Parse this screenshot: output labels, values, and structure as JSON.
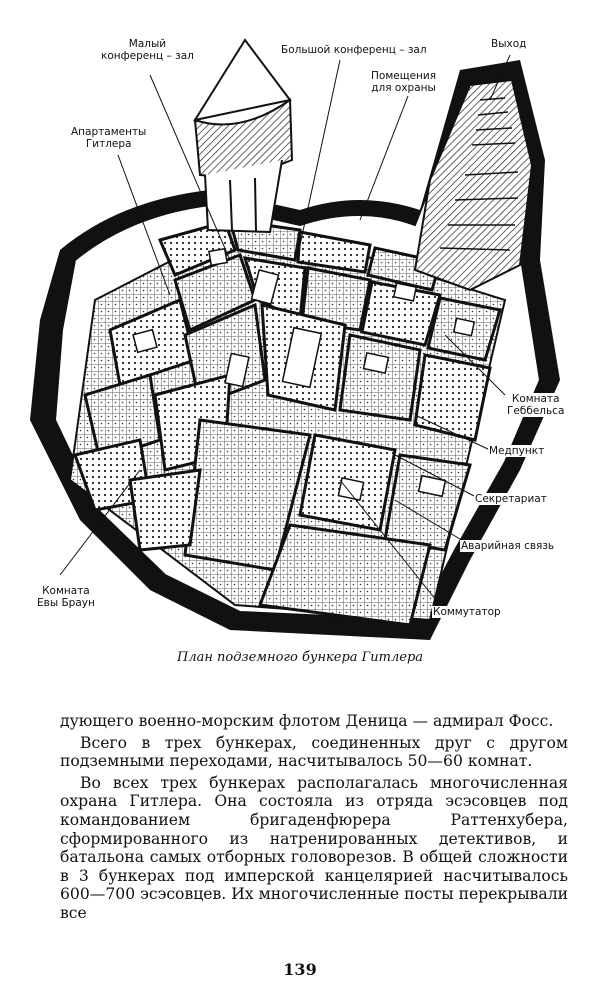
{
  "figure": {
    "labels": {
      "small_conference_hall": "Малый\nконференц – зал",
      "big_conference_hall": "Большой конференц – зал",
      "exit": "Выход",
      "guard_rooms": "Помещения\nдля охраны",
      "hitler_apartments": "Апартаменты\nГитлера",
      "goebbels_room": "Комната\nГеббельса",
      "medical_post": "Медпункт",
      "secretariat": "Секретариат",
      "emergency_comms": "Аварийная связь",
      "eva_braun_room": "Комната\nЕвы Браун",
      "switchboard": "Коммутатор"
    },
    "caption": "План подземного бункера Гитлера"
  },
  "body": {
    "paragraphs": [
      "дующего военно-морским флотом Деница — адмирал Фосс.",
      "Всего в трех бункерах, соединенных друг с другом подземными переходами, насчитывалось 50—60 комнат.",
      "Во всех трех бункерах располагалась многочисленная охрана Гитлера. Она состояла из отряда эсэсовцев под командованием бригаденфюрера Раттенхубера, сформированного из натренированных детективов, и батальона самых отборных головорезов. В общей сложности в 3 бункерах под имперской канцелярией насчитывалось 600—700 эсэсовцев. Их многочисленные посты перекрывали все"
    ]
  },
  "page_number": "139"
}
